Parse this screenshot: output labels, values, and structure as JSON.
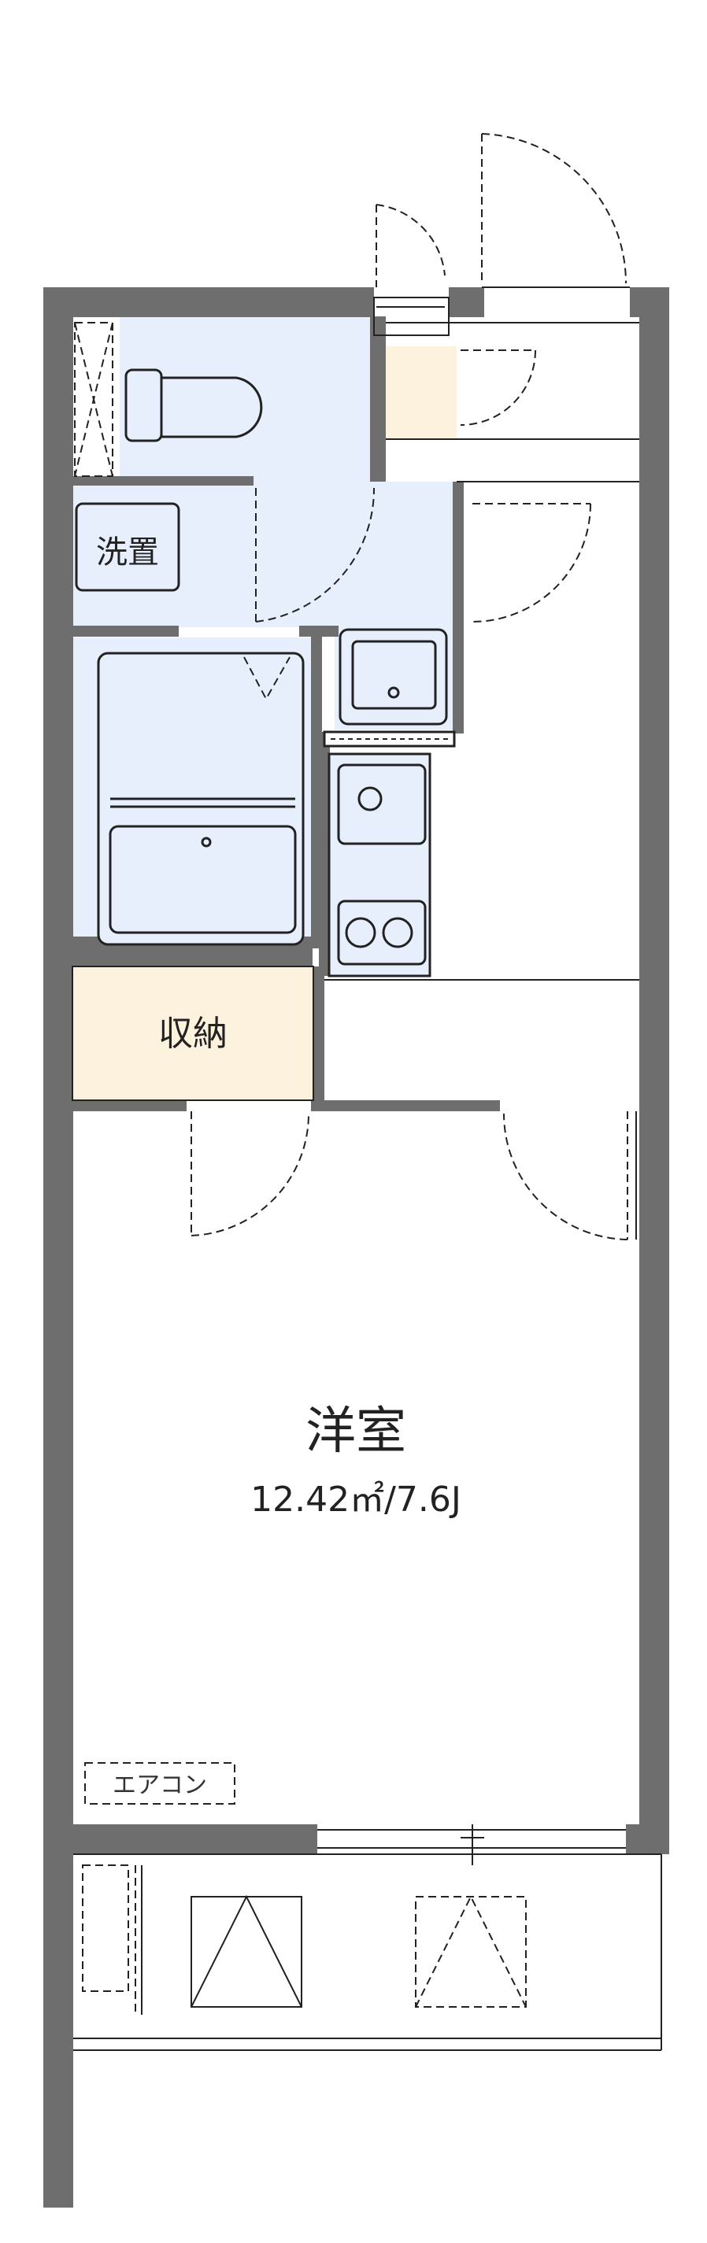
{
  "colors": {
    "wall": "#6e6e6f",
    "wet_area": "#e7eefc",
    "storage": "#fdf2dd",
    "line": "#222222",
    "background": "#ffffff"
  },
  "rooms": {
    "washer": {
      "label": "洗置"
    },
    "storage": {
      "label": "収納"
    },
    "western_room": {
      "label": "洋室",
      "area": "12.42㎡/7.6J"
    }
  },
  "fixtures": {
    "aircon": {
      "label": "エアコン"
    }
  }
}
